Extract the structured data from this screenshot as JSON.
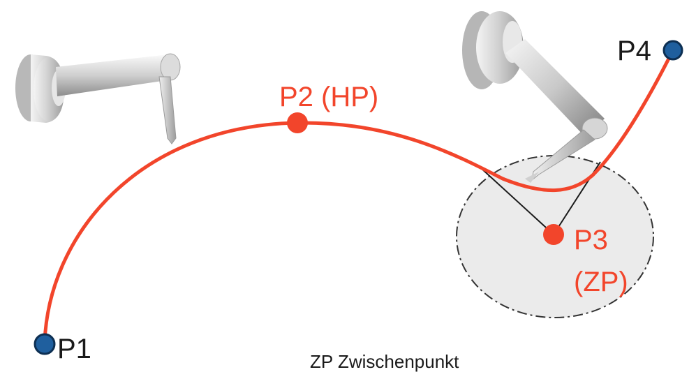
{
  "points": {
    "p1": {
      "label": "P1"
    },
    "p2": {
      "label": "P2 (HP)"
    },
    "p3": {
      "label_line1": "P3",
      "label_line2": "(ZP)"
    },
    "p4": {
      "label": "P4"
    }
  },
  "caption": "ZP Zwischenpunkt",
  "colors": {
    "path": "#f2452b",
    "endpoint_fill": "#1f5f9e",
    "endpoint_stroke": "#0d2f52",
    "approx_zone_fill": "#ebebeb",
    "approx_zone_stroke": "#333333",
    "tangent_lines": "#1a1a1a"
  },
  "icons": {
    "robot_tool_left": "robot-tool-icon",
    "robot_tool_right": "robot-tool-icon"
  }
}
